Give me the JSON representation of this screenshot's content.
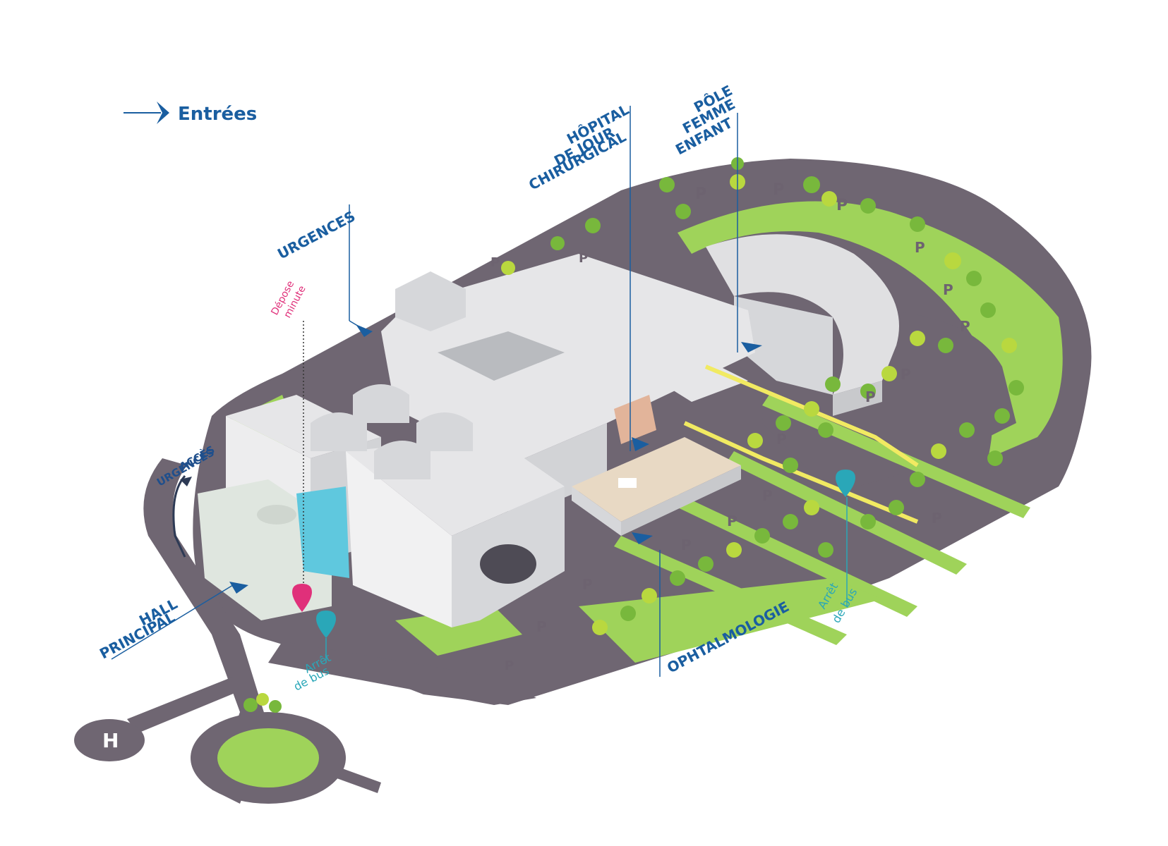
{
  "legend": {
    "label": "Entrées",
    "icon": "arrow-right-icon"
  },
  "labels": {
    "urgences": "URGENCES",
    "hopital_line1": "HÔPITAL",
    "hopital_line2": "DE JOUR",
    "hopital_line3": "CHIRURGICAL",
    "pole_line1": "PÔLE",
    "pole_line2": "FEMME",
    "pole_line3": "ENFANT",
    "depose_line1": "Dépose",
    "depose_line2": "minute",
    "acces_line1": "ACCÈS",
    "acces_line2": "URGENCES",
    "hall_line1": "HALL",
    "hall_line2": "PRINCIPAL",
    "arret1_line1": "Arrêt",
    "arret1_line2": "de bus",
    "arret2_line1": "Arrêt",
    "arret2_line2": "de bus",
    "ophtalmologie": "OPHTALMOLOGIE"
  },
  "parking_symbol": "P",
  "heliport_symbol": "H",
  "colors": {
    "road": "#6f6672",
    "grass": "#9fd35a",
    "grass_dark": "#78b83c",
    "building": "#e9e9ea",
    "building_side": "#d2d3d6",
    "building_dark": "#b9bbbf",
    "label_blue": "#1a5ea0",
    "pink": "#e0307a",
    "teal": "#2aa7b8",
    "yellow_path": "#f1ea62",
    "glass": "#5fc8de"
  }
}
